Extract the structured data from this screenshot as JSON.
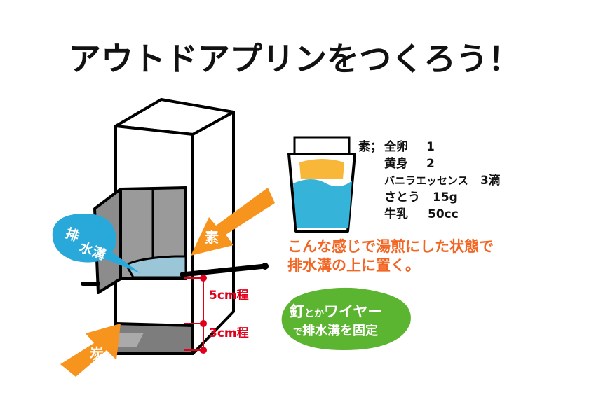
{
  "title": "アウトドアプリンをつくろう！",
  "labels": {
    "drain": "排水溝",
    "drain_line1": "排",
    "drain_line2": "水溝",
    "element": "素",
    "charcoal": "炭",
    "dim_top": "5cm程",
    "dim_bottom": "3cm程"
  },
  "recipe": {
    "prefix": "素；",
    "items": [
      {
        "name": "全卵",
        "amount": "1"
      },
      {
        "name": "黄身",
        "amount": "2"
      },
      {
        "name": "バニラエッセンス",
        "amount": "3滴"
      },
      {
        "name": "さとう",
        "amount": "15g"
      },
      {
        "name": "牛乳",
        "amount": "50cc"
      }
    ]
  },
  "note": {
    "line1": "こんな感じで湯煎にした状態で",
    "line2": "排水溝の上に置く。"
  },
  "bubble": {
    "line1_a": "釘",
    "line1_b": "とか",
    "line1_c": "ワイヤー",
    "line2_a": "で",
    "line2_b": "排水溝を固定"
  },
  "colors": {
    "orange": "#f7941d",
    "note_orange": "#f26522",
    "blue_label": "#29a9d9",
    "green": "#5cb531",
    "water": "#36b3d9",
    "pudding": "#f8b739",
    "box_gray": "#8c8c8c",
    "dim_red": "#e0001b"
  }
}
